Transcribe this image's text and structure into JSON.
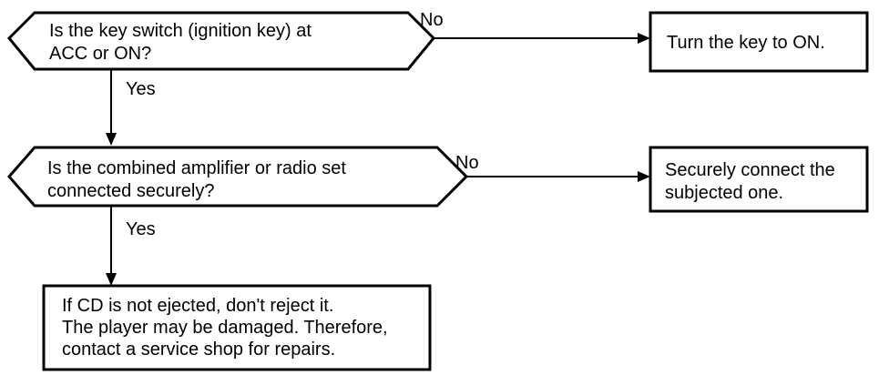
{
  "decisions": [
    {
      "lines": [
        "Is the key switch (ignition key) at",
        "ACC or ON?"
      ]
    },
    {
      "lines": [
        "Is the combined amplifier or radio set",
        "connected securely?"
      ]
    }
  ],
  "actions": [
    {
      "lines": [
        "Turn the key to ON."
      ]
    },
    {
      "lines": [
        "Securely connect the",
        "subjected one."
      ]
    },
    {
      "lines": [
        "If CD is not ejected, don't reject it.",
        "The player may be damaged. Therefore,",
        "contact a service shop for repairs."
      ]
    }
  ],
  "edge_labels": {
    "decision1_no": "No",
    "decision1_yes": "Yes",
    "decision2_no": "No",
    "decision2_yes": "Yes"
  },
  "colors": {
    "stroke": "#000000",
    "background": "#ffffff"
  }
}
